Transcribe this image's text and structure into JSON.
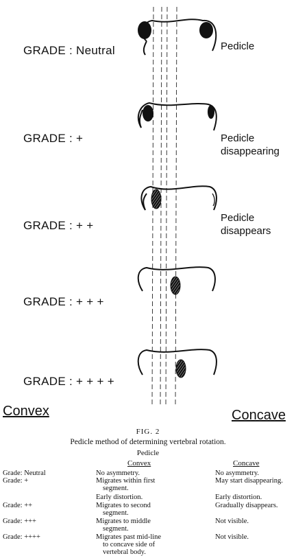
{
  "diagram": {
    "grades": [
      {
        "label": "GRADE : Neutral",
        "annotation": [
          "Pedicle"
        ]
      },
      {
        "label": "GRADE :  +",
        "annotation": [
          "Pedicle",
          "disappearing"
        ]
      },
      {
        "label": "GRADE :  + +",
        "annotation": [
          "Pedicle",
          "disappears"
        ]
      },
      {
        "label": "GRADE :  + + +",
        "annotation": []
      },
      {
        "label": "GRADE :  + + + +",
        "annotation": []
      }
    ],
    "convex_label": "Convex",
    "concave_label": "Concave"
  },
  "figure": {
    "number": "FIG. 2",
    "caption": "Pedicle method of determining vertebral rotation."
  },
  "table": {
    "title": "Pedicle",
    "headers": {
      "convex": "Convex",
      "concave": "Concave"
    },
    "rows": [
      {
        "grade": "Grade: Neutral",
        "convex": [
          "No asymmetry."
        ],
        "concave": [
          "No asymmetry."
        ]
      },
      {
        "grade": "Grade: +",
        "convex": [
          "Migrates within first",
          "segment."
        ],
        "concave": [
          "May start disappearing."
        ]
      },
      {
        "grade": "",
        "convex": [
          "Early distortion."
        ],
        "concave": [
          "Early distortion."
        ]
      },
      {
        "grade": "Grade: ++",
        "convex": [
          "Migrates to second",
          "segment."
        ],
        "concave": [
          "Gradually disappears."
        ]
      },
      {
        "grade": "Grade: +++",
        "convex": [
          "Migrates to middle",
          "segment."
        ],
        "concave": [
          "Not visible."
        ]
      },
      {
        "grade": "Grade: ++++",
        "convex": [
          "Migrates past mid-line",
          "to concave side of",
          "vertebral body."
        ],
        "concave": [
          "Not visible."
        ]
      }
    ]
  }
}
